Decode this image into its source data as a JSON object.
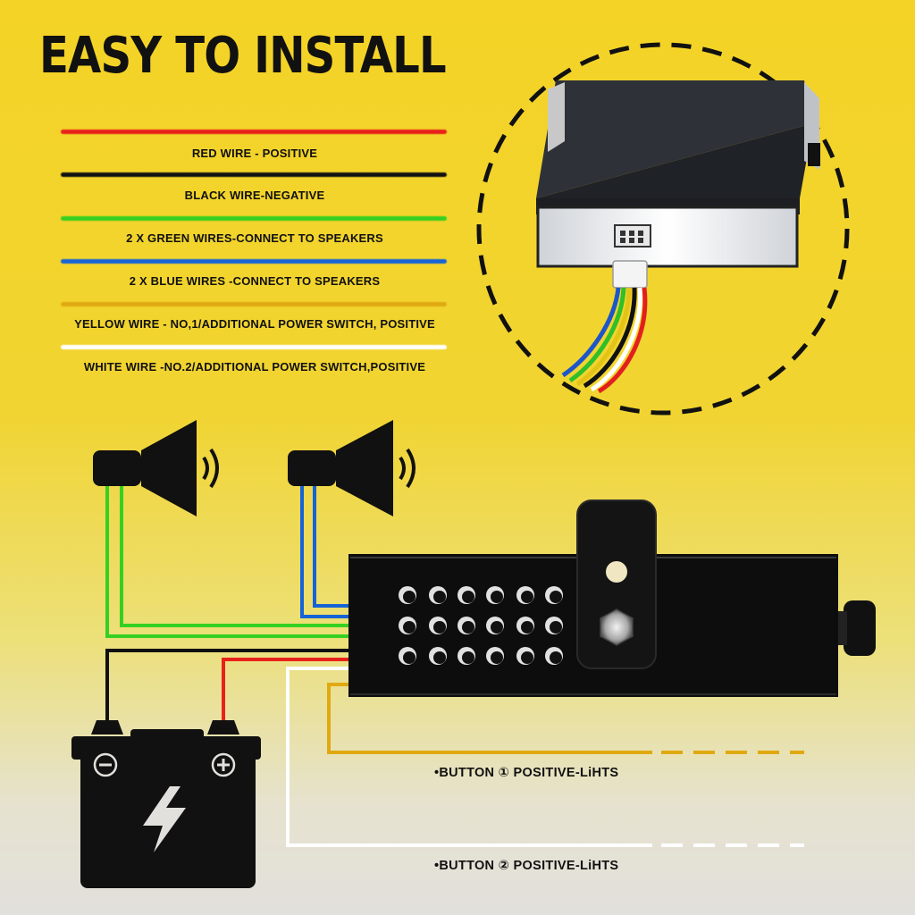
{
  "title": "EASY TO INSTALL",
  "wires": [
    {
      "label": "RED WIRE - POSITIVE",
      "color": "#e8211b"
    },
    {
      "label": "BLACK WIRE-NEGATIVE",
      "color": "#111111"
    },
    {
      "label": "2 X GREEN WIRES-CONNECT TO SPEAKERS",
      "color": "#35d021"
    },
    {
      "label": "2 X BLUE WIRES -CONNECT TO SPEAKERS",
      "color": "#1663d6"
    },
    {
      "label": "YELLOW WIRE - NO,1/ADDITIONAL POWER SWITCH, POSITIVE",
      "color": "#e0a912"
    },
    {
      "label": "WHITE WIRE -NO.2/ADDITIONAL POWER SWITCH,POSITIVE",
      "color": "#ffffff"
    }
  ],
  "buttons": [
    {
      "label": "•BUTTON ① POSITIVE-LiHTS"
    },
    {
      "label": "•BUTTON ② POSITIVE-LiHTS"
    }
  ],
  "icons": {
    "speaker_left": "speaker-icon",
    "speaker_right": "speaker-icon",
    "battery": "battery-icon",
    "siren_box": "amplifier-box",
    "connector_photo": "connector-closeup"
  }
}
